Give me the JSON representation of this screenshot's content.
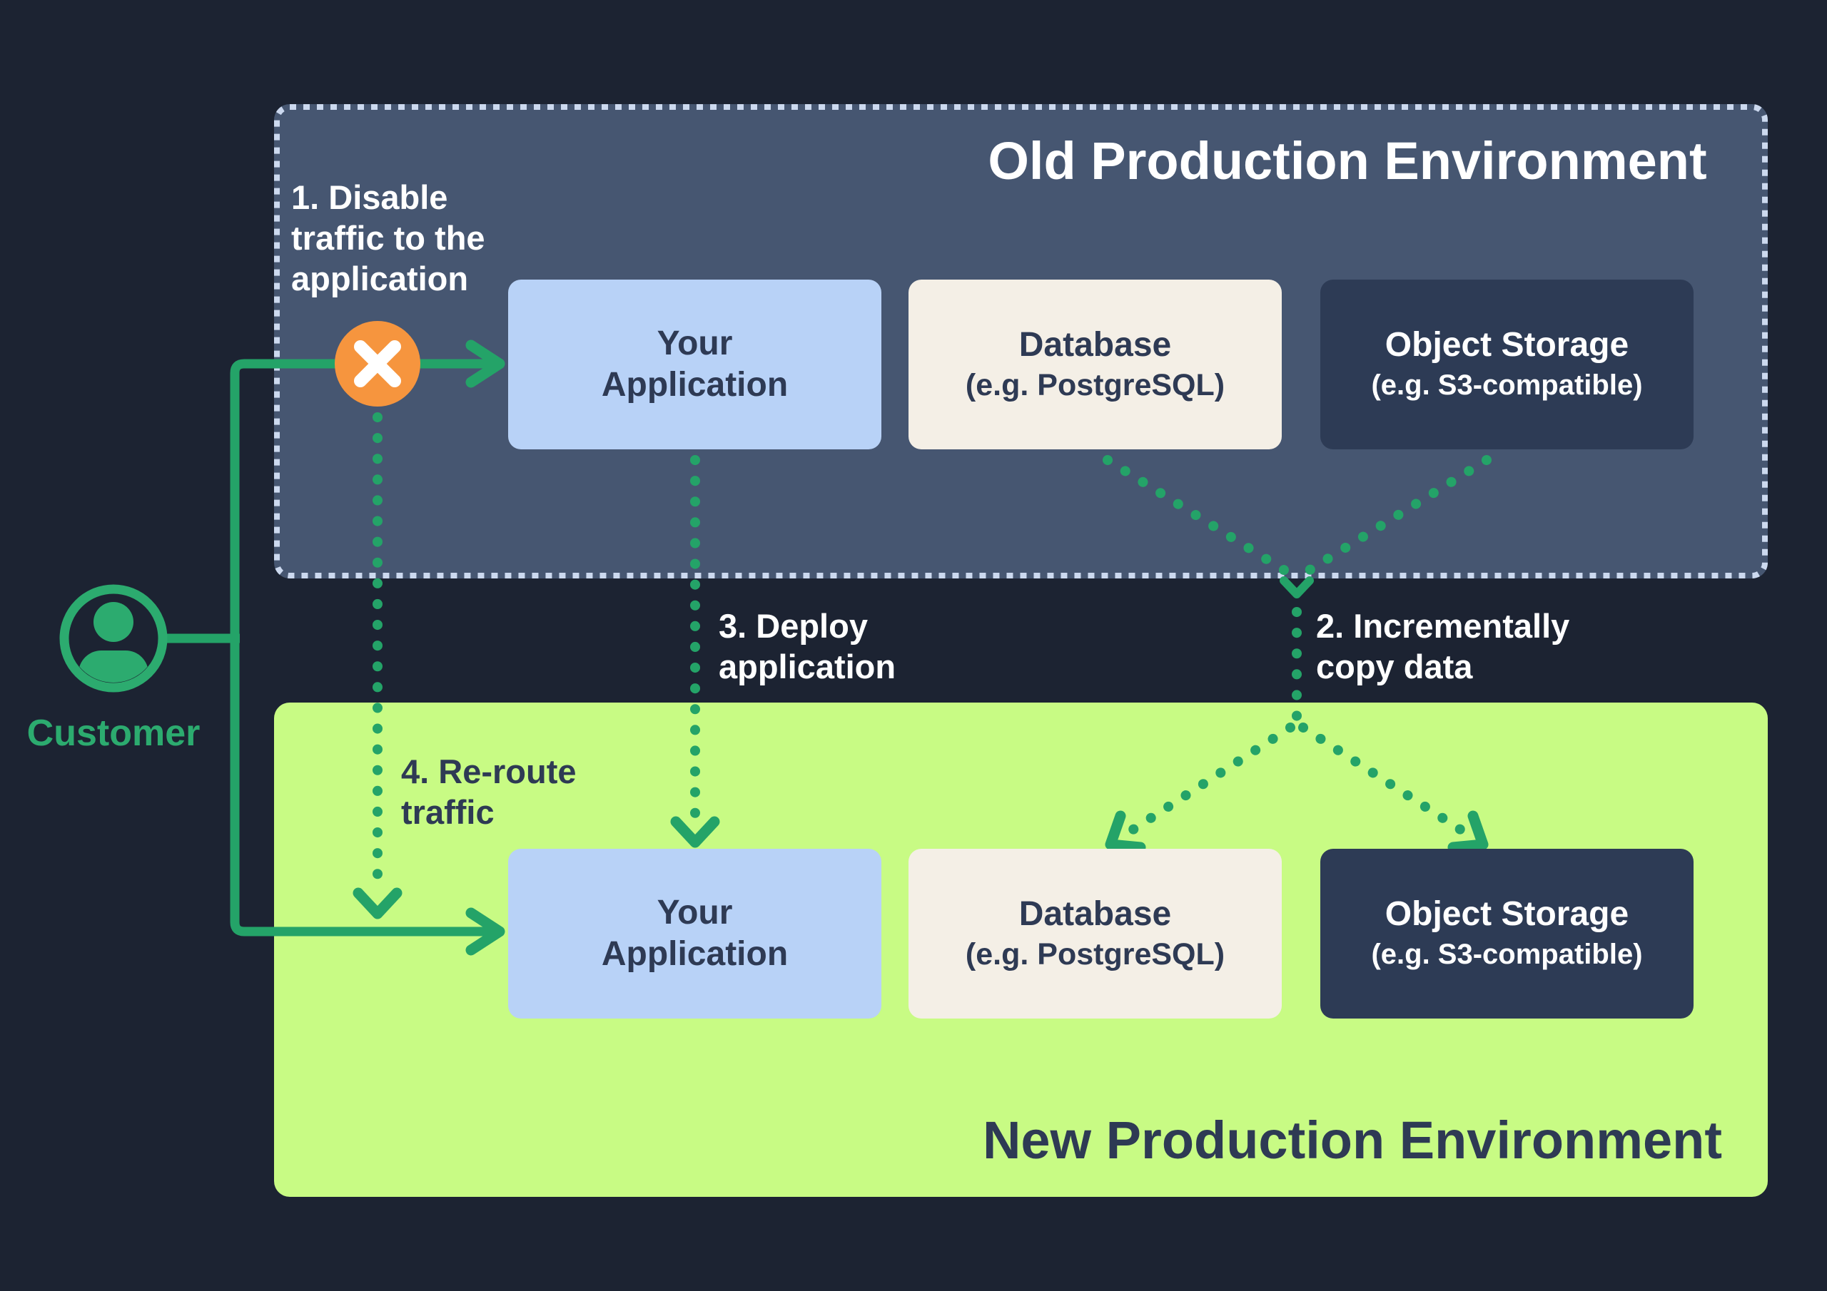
{
  "colors": {
    "background": "#1c2332",
    "old_env_fill": "#465671",
    "old_env_border": "#ccd9ef",
    "new_env_fill": "#c8fb84",
    "app_box_fill": "#b8d2f7",
    "db_box_fill": "#f4efe6",
    "storage_box_fill": "#2d3b55",
    "dark_text": "#2e3a54",
    "light_text": "#ffffff",
    "green": "#24a368",
    "customer_green": "#2cab6f",
    "orange": "#f6953e"
  },
  "icons": {
    "customer": "person-circle-icon",
    "traffic_blocked": "x-circle-icon"
  },
  "customer": {
    "label": "Customer"
  },
  "environments": {
    "old": {
      "title": "Old Production Environment",
      "boxes": [
        {
          "id": "your-application",
          "lines": [
            "Your",
            "Application"
          ]
        },
        {
          "id": "database",
          "lines": [
            "Database",
            "(e.g. PostgreSQL)"
          ]
        },
        {
          "id": "object-storage",
          "lines": [
            "Object Storage",
            "(e.g. S3-compatible)"
          ]
        }
      ]
    },
    "new": {
      "title": "New Production Environment",
      "boxes": [
        {
          "id": "your-application",
          "lines": [
            "Your",
            "Application"
          ]
        },
        {
          "id": "database",
          "lines": [
            "Database",
            "(e.g. PostgreSQL)"
          ]
        },
        {
          "id": "object-storage",
          "lines": [
            "Object Storage",
            "(e.g. S3-compatible)"
          ]
        }
      ]
    }
  },
  "steps": [
    {
      "label": "1. Disable\ntraffic to the\napplication"
    },
    {
      "label": "2. Incrementally\ncopy data"
    },
    {
      "label": "3. Deploy\napplication"
    },
    {
      "label": "4. Re-route\ntraffic"
    }
  ]
}
